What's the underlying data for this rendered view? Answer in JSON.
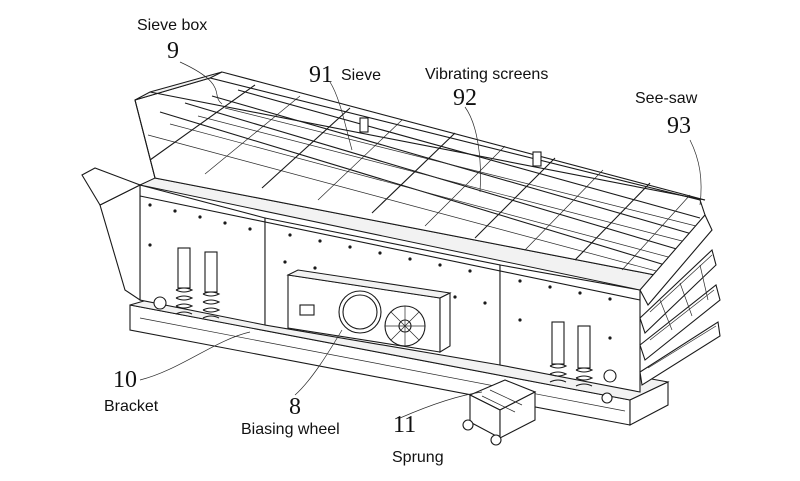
{
  "labels": {
    "sieve_box": {
      "text": "Sieve box",
      "num": "9"
    },
    "sieve": {
      "text": "Sieve",
      "num": "91"
    },
    "vibrating_screens": {
      "text": "Vibrating screens",
      "num": "92"
    },
    "see_saw": {
      "text": "See-saw",
      "num": "93"
    },
    "bracket": {
      "text": "Bracket",
      "num": "10"
    },
    "biasing_wheel": {
      "text": "Biasing wheel",
      "num": "8"
    },
    "sprung": {
      "text": "Sprung",
      "num": "11"
    }
  }
}
